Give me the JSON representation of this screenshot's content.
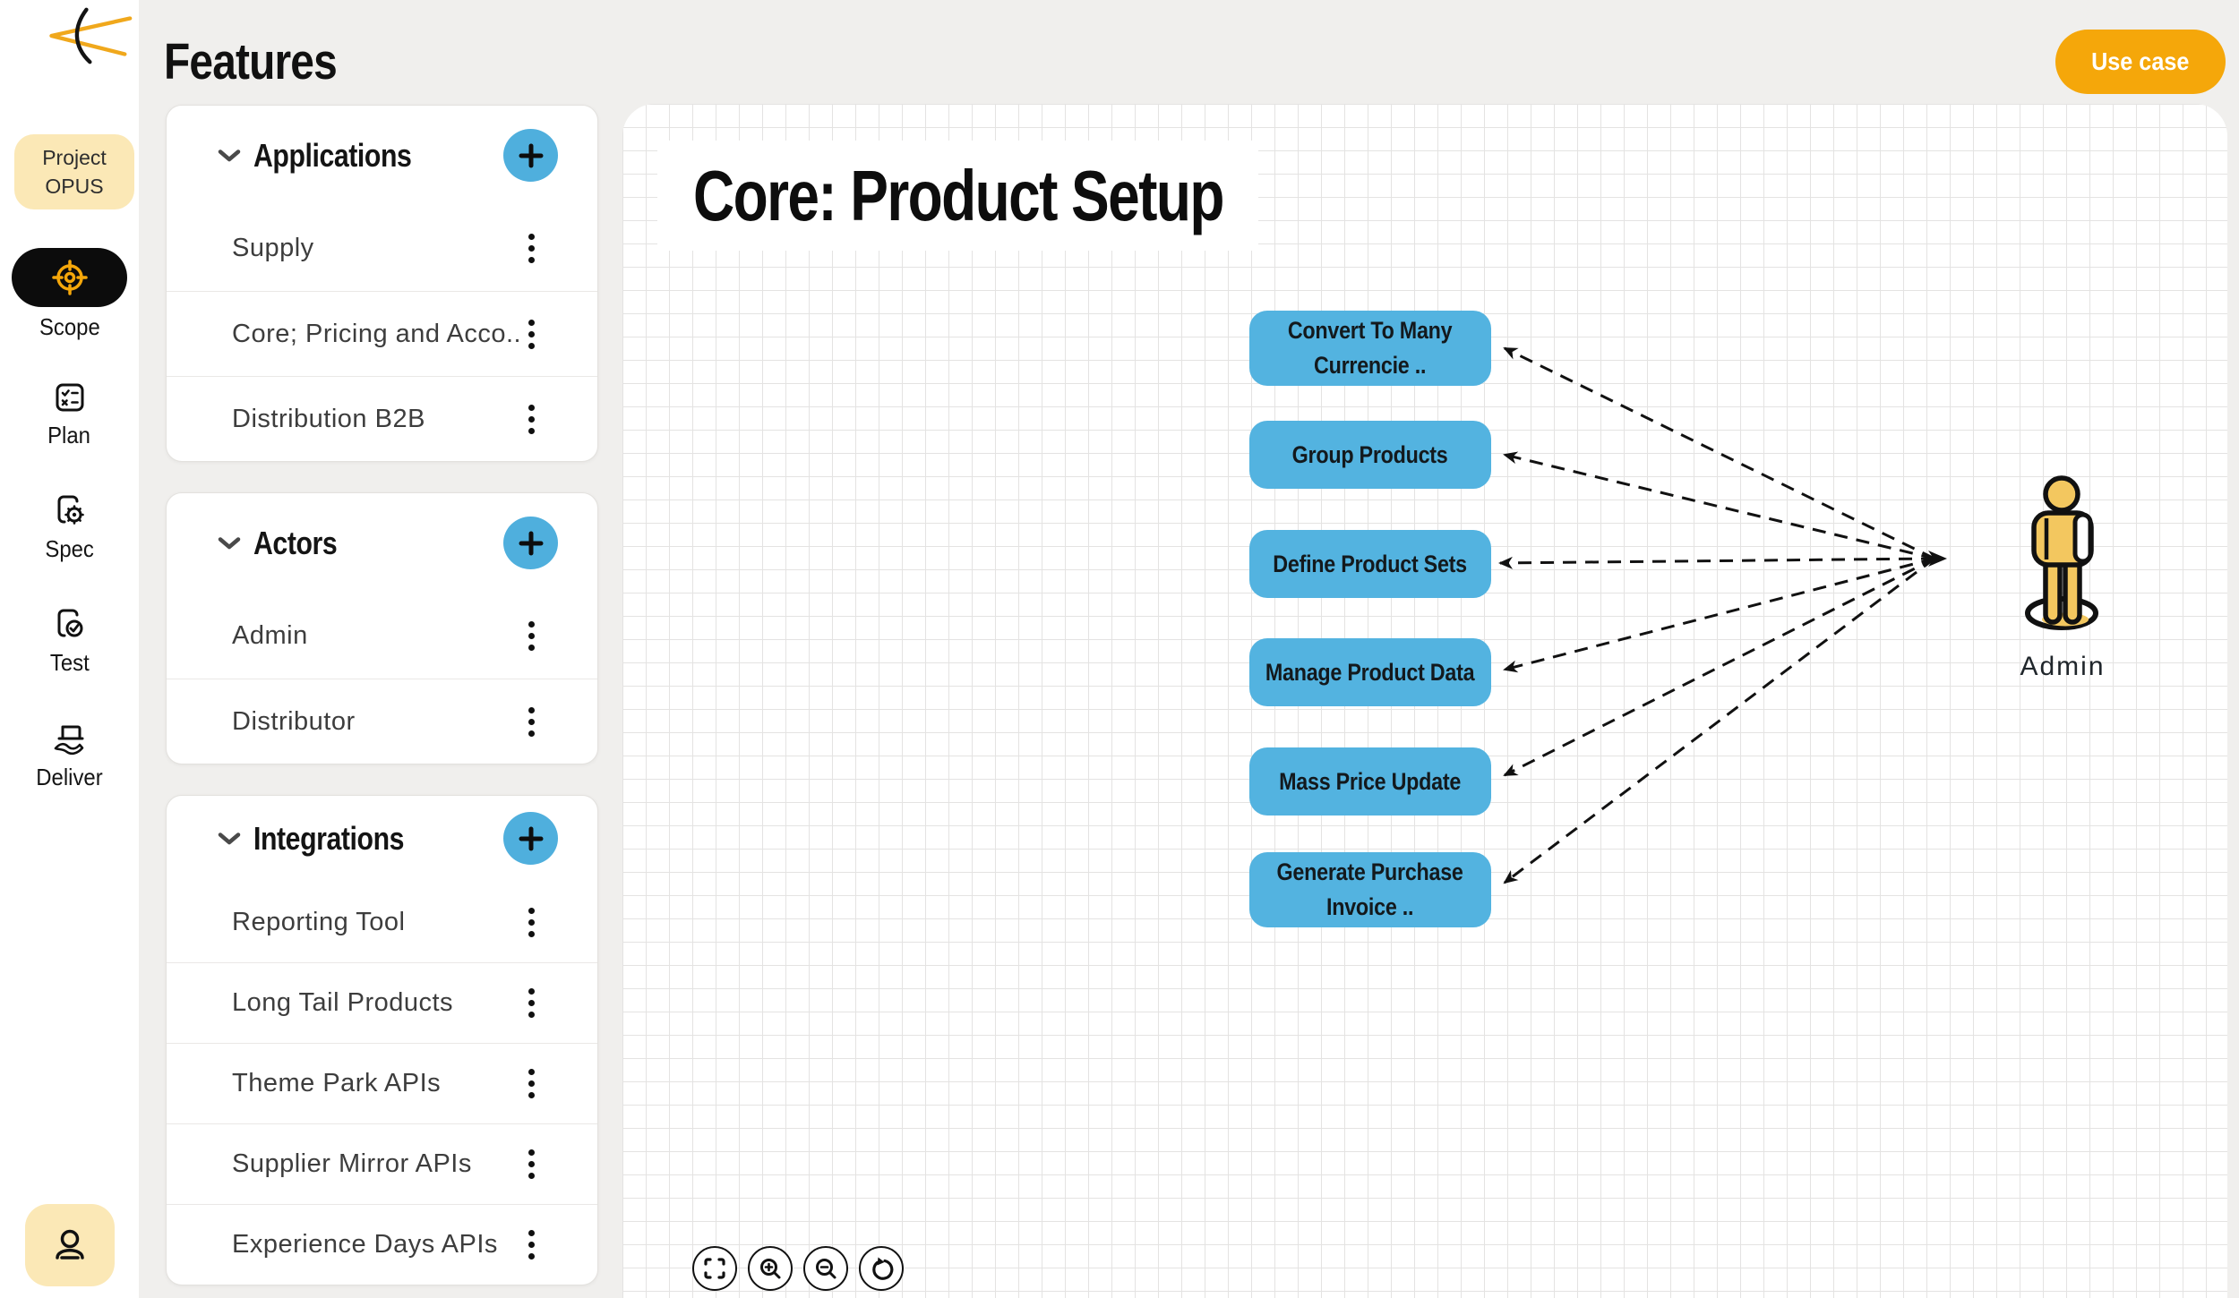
{
  "sidebar": {
    "badge": {
      "line1": "Project",
      "line2": "OPUS"
    },
    "nav": [
      {
        "label": "Scope",
        "active": true
      },
      {
        "label": "Plan"
      },
      {
        "label": "Spec"
      },
      {
        "label": "Test"
      },
      {
        "label": "Deliver"
      }
    ]
  },
  "header": {
    "title": "Features",
    "action": "Use case"
  },
  "sections": [
    {
      "title": "Applications",
      "items": [
        {
          "label": "Supply"
        },
        {
          "label": "Core; Pricing and Acco..."
        },
        {
          "label": "Distribution B2B"
        }
      ]
    },
    {
      "title": "Actors",
      "items": [
        {
          "label": "Admin"
        },
        {
          "label": "Distributor"
        }
      ]
    },
    {
      "title": "Integrations",
      "items": [
        {
          "label": "Reporting Tool"
        },
        {
          "label": "Long Tail Products"
        },
        {
          "label": "Theme Park APIs"
        },
        {
          "label": "Supplier Mirror APIs"
        },
        {
          "label": "Experience Days APIs"
        }
      ]
    }
  ],
  "diagram": {
    "title": "Core: Product Setup",
    "use_cases": [
      "Convert To Many Currencie ..",
      "Group Products",
      "Define Product Sets",
      "Manage Product Data",
      "Mass Price Update",
      "Generate Purchase Invoice .."
    ],
    "actor": "Admin",
    "toolbar_icons": [
      "fit-view",
      "zoom-in",
      "zoom-out",
      "reset-view"
    ]
  },
  "colors": {
    "accent_blue": "#53b3e0",
    "accent_orange": "#f5a70a",
    "badge_yellow": "#fbe8b6",
    "actor_yellow": "#f3c75f",
    "canvas_grid": "#e4e3e2"
  }
}
